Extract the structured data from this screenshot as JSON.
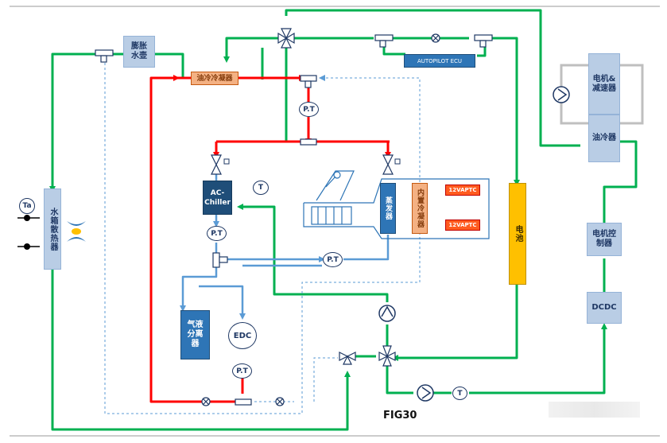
{
  "components": {
    "expansion_tank": "膨胀\n水壶",
    "oil_condenser": "油冷冷凝器",
    "ecu": "AUTOPILOT ECU",
    "motor_reducer": "电机&\n减速器",
    "oil_cooler": "油冷器",
    "radiator": "水箱散热器",
    "ac_chiller": "AC-\nChiller",
    "evaporator": "蒸发器",
    "inner_condenser": "内置冷凝器",
    "ptc_top": "12VAPTC",
    "ptc_bottom": "12VAPTC",
    "battery": "电池",
    "motor_controller": "电机控\n制器",
    "dcdc": "DCDC",
    "gas_liquid_separator": "气液\n分离\n器",
    "edc": "EDC"
  },
  "sensors": {
    "ambient": "Ta",
    "pt": "P.T",
    "t": "T"
  },
  "figure_label": "FIG30",
  "colors": {
    "coolant": "#00b050",
    "refrigerant_hot": "#ff0000",
    "refrigerant_cold": "#5b9bd5",
    "ecu_box": "#2e75b6"
  }
}
